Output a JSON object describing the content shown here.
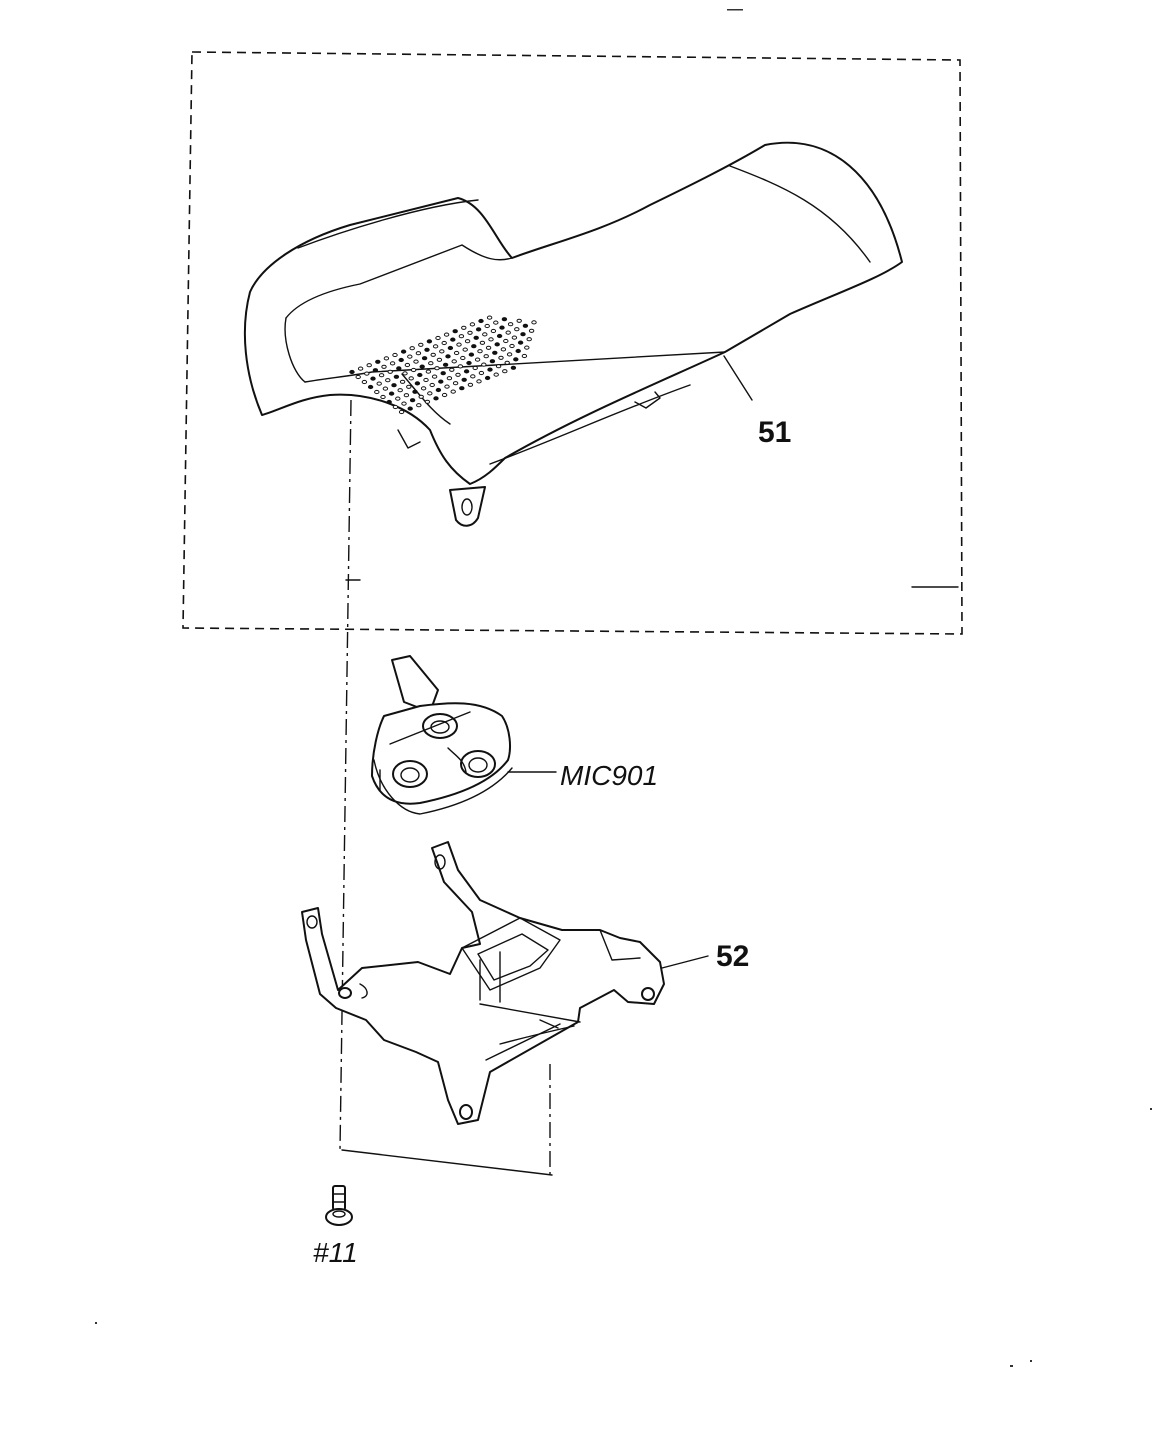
{
  "labels": {
    "part_51": "51",
    "part_52": "52",
    "mic": "MIC901",
    "screw": "#11"
  }
}
